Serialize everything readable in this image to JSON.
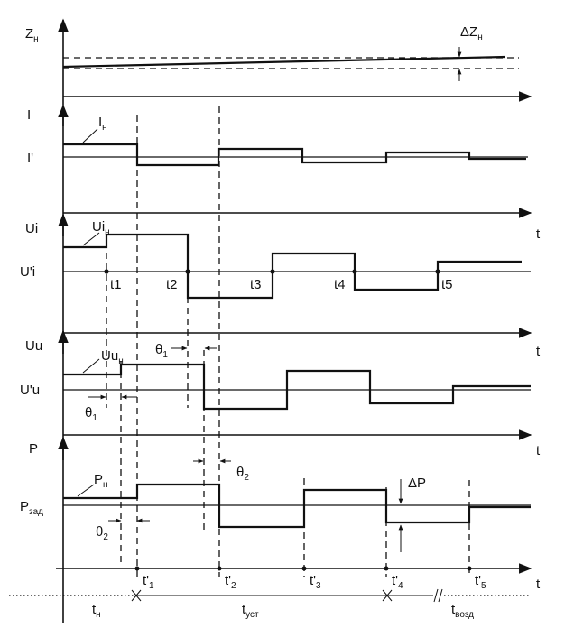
{
  "labels": {
    "zn_axis": "Z",
    "zn_axis_sub": "н",
    "dzn": "ΔZ",
    "dzn_sub": "н",
    "i_axis": "I",
    "in": "I",
    "in_sub": "н",
    "i_prime": "I'",
    "ui_axis": "Ui",
    "uin": "Ui",
    "uin_sub": "н",
    "ui_prime": "U'i",
    "t1": "t1",
    "t2": "t2",
    "t3": "t3",
    "t4": "t4",
    "t5": "t5",
    "uu_axis": "Uu",
    "uun": "Uu",
    "uun_sub": "н",
    "uu_prime": "U'u",
    "theta1_a": "θ",
    "theta1_a_sub": "1",
    "theta1_b": "θ",
    "theta1_b_sub": "1",
    "p_axis": "P",
    "pn": "P",
    "pn_sub": "н",
    "pzad": "P",
    "pzad_sub": "зад",
    "theta2_a": "θ",
    "theta2_a_sub": "2",
    "theta2_b": "θ",
    "theta2_b_sub": "2",
    "dp": "ΔP",
    "t": "t",
    "tp1": "t'",
    "tp1_sub": "1",
    "tp2": "t'",
    "tp2_sub": "2",
    "tp3": "t'",
    "tp3_sub": "3",
    "tp4": "t'",
    "tp4_sub": "4",
    "tp5": "t'",
    "tp5_sub": "5",
    "tn": "t",
    "tn_sub": "н",
    "tust": "t",
    "tust_sub": "уст",
    "tvozd": "t",
    "tvozd_sub": "возд"
  }
}
